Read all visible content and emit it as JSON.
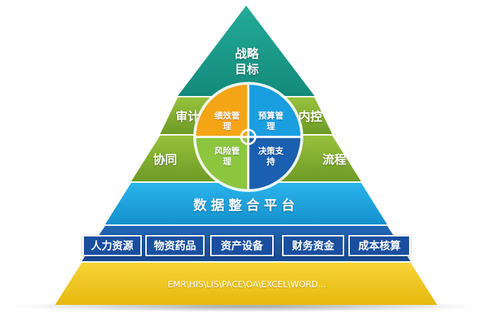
{
  "pyramid": {
    "top_label": [
      "战略",
      "目标"
    ],
    "side_labels": {
      "audit": "审计",
      "internal_control": "内控",
      "collaboration": "协同",
      "process": "流程"
    },
    "center_circle": {
      "perf": [
        "绩效管",
        "理"
      ],
      "budget": [
        "预算管",
        "理"
      ],
      "risk": [
        "风险管",
        "理"
      ],
      "decision": [
        "决策支",
        "持"
      ]
    },
    "platform_label": "数据整合平台",
    "modules": [
      "人力资源",
      "物资药品",
      "资产设备",
      "财务资金",
      "成本核算"
    ],
    "systems_label": "EMR\\HIS\\LIS\\PACE\\OA\\EXCEL\\WORD..."
  },
  "colors": {
    "top": "#1e9e8e",
    "middle": "#8cb734",
    "platform": "#1aa7e3",
    "modules_band": "#1a5aa8",
    "base": "#f2c81b",
    "quad_perf": "#f3a516",
    "quad_budget": "#1a9ee0",
    "quad_risk": "#8cc63f",
    "quad_decision": "#1b5fb0"
  }
}
